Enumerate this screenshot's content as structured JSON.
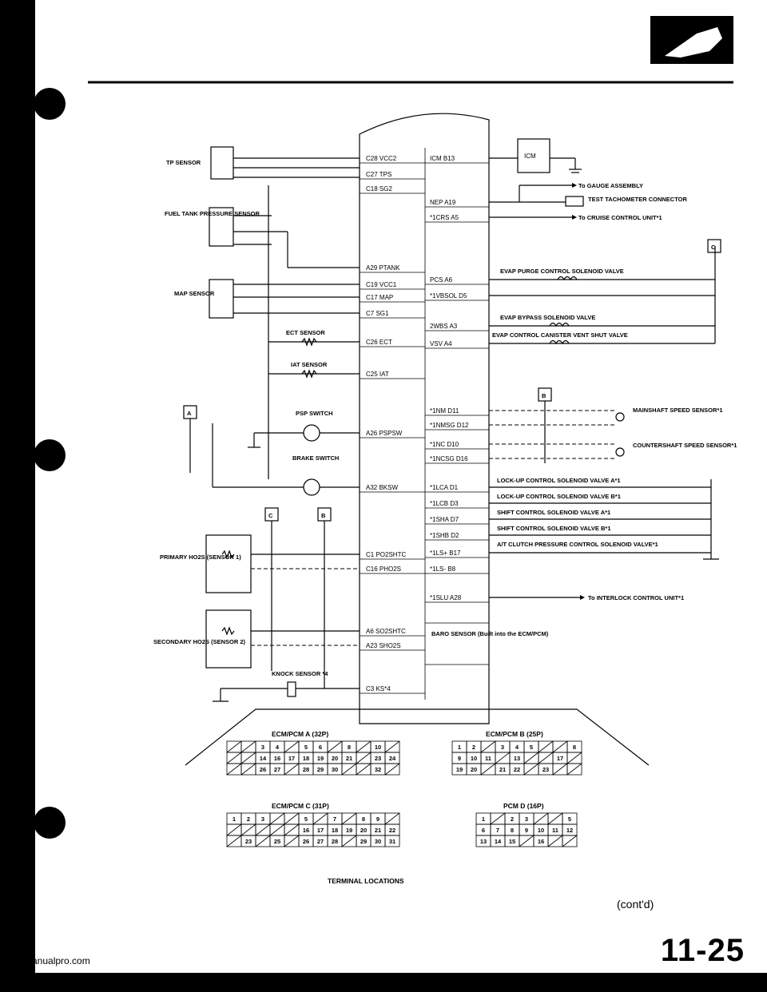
{
  "page": {
    "number": "11-25",
    "continued": "(cont'd)",
    "website": ".emanualpro.com"
  },
  "sensors": {
    "tp": "TP SENSOR",
    "fuel_tank": "FUEL TANK PRESSURE SENSOR",
    "map": "MAP SENSOR",
    "ect": "ECT SENSOR",
    "iat": "IAT SENSOR",
    "psp": "PSP SWITCH",
    "brake": "BRAKE SWITCH",
    "primary_ho2s": "PRIMARY HO2S (SENSOR 1)",
    "secondary_ho2s": "SECONDARY HO2S (SENSOR 2)",
    "knock": "KNOCK SENSOR *4"
  },
  "ecm_left_pins": [
    "C28 VCC2",
    "C27 TPS",
    "C18 SG2",
    "A29 PTANK",
    "C19 VCC1",
    "C17 MAP",
    "C7 SG1",
    "C26 ECT",
    "C25 IAT",
    "A26 PSPSW",
    "A32 BKSW",
    "C1 PO2SHTC",
    "C16 PHO2S",
    "A6 SO2SHTC",
    "A23 SHO2S",
    "C3 KS*4"
  ],
  "ecm_right_pins": [
    "ICM B13",
    "NEP A19",
    "*1CRS A5",
    "PCS A6",
    "*1VBSOL D5",
    "2WBS A3",
    "VSV A4",
    "*1NM D11",
    "*1NMSG D12",
    "*1NC D10",
    "*1NCSG D16",
    "*1LCA D1",
    "*1LCB D3",
    "*1SHA D7",
    "*1SHB D2",
    "*1LS+ B17",
    "*1LS- B8",
    "*1SLU A28"
  ],
  "baro": "BARO SENSOR (Built into the ECM/PCM)",
  "icm": "ICM",
  "outputs": {
    "gauge": "To GAUGE ASSEMBLY",
    "test_tach": "TEST TACHOMETER CONNECTOR",
    "cruise": "To CRUISE CONTROL UNIT*1",
    "evap_purge": "EVAP PURGE CONTROL SOLENOID VALVE",
    "evap_bypass": "EVAP BYPASS SOLENOID VALVE",
    "evap_vent": "EVAP CONTROL CANISTER VENT SHUT VALVE",
    "mainshaft": "MAINSHAFT SPEED SENSOR*1",
    "countershaft": "COUNTERSHAFT SPEED SENSOR*1",
    "lockup_a": "LOCK-UP CONTROL SOLENOID VALVE A*1",
    "lockup_b": "LOCK-UP CONTROL SOLENOID VALVE B*1",
    "shift_a": "SHIFT CONTROL SOLENOID VALVE A*1",
    "shift_b": "SHIFT CONTROL SOLENOID VALVE B*1",
    "at_clutch": "A/T CLUTCH PRESSURE CONTROL SOLENOID VALVE*1",
    "interlock": "To INTERLOCK CONTROL UNIT*1"
  },
  "connector_refs": {
    "a": "A",
    "b": "B",
    "c": "C"
  },
  "connectors": {
    "title": "TERMINAL LOCATIONS",
    "a": {
      "name": "ECM/PCM A (32P)",
      "rows": [
        [
          "",
          "",
          "3",
          "4",
          "",
          "5",
          "6",
          "",
          "8",
          "",
          "10",
          ""
        ],
        [
          "",
          "",
          "14",
          "16",
          "17",
          "18",
          "19",
          "20",
          "21",
          "",
          "23",
          "24"
        ],
        [
          "",
          "",
          "26",
          "27",
          "",
          "28",
          "29",
          "30",
          "",
          "",
          "32",
          ""
        ]
      ]
    },
    "b": {
      "name": "ECM/PCM B (25P)",
      "rows": [
        [
          "1",
          "2",
          "",
          "3",
          "4",
          "5",
          "",
          "",
          "8"
        ],
        [
          "9",
          "10",
          "11",
          "",
          "13",
          "",
          "",
          "17",
          ""
        ],
        [
          "19",
          "20",
          "",
          "21",
          "22",
          "",
          "23",
          "",
          ""
        ]
      ]
    },
    "c": {
      "name": "ECM/PCM C (31P)",
      "rows": [
        [
          "1",
          "2",
          "3",
          "",
          "",
          "5",
          "",
          "7",
          "",
          "8",
          "9",
          ""
        ],
        [
          "",
          "",
          "",
          "",
          "",
          "16",
          "17",
          "18",
          "19",
          "20",
          "21",
          "22"
        ],
        [
          "",
          "23",
          "",
          "25",
          "",
          "26",
          "27",
          "28",
          "",
          "29",
          "30",
          "31"
        ]
      ]
    },
    "d": {
      "name": "PCM D (16P)",
      "rows": [
        [
          "1",
          "",
          "2",
          "3",
          "",
          "",
          "5"
        ],
        [
          "6",
          "7",
          "8",
          "9",
          "10",
          "11",
          "12"
        ],
        [
          "13",
          "14",
          "15",
          "",
          "16",
          "",
          ""
        ]
      ]
    }
  }
}
